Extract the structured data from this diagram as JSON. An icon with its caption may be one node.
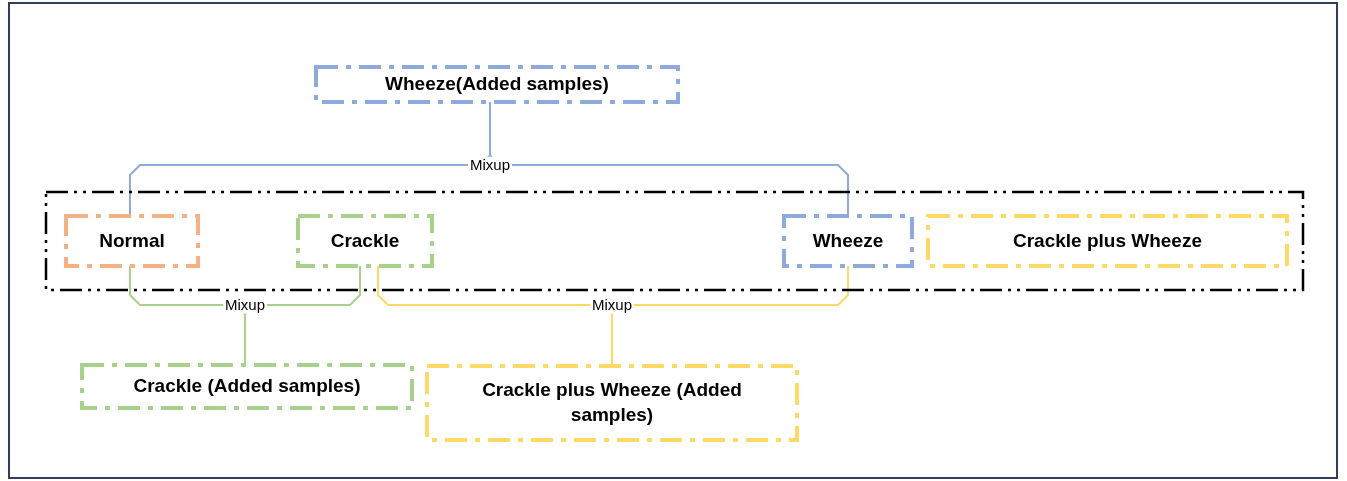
{
  "diagram": {
    "nodes": [
      {
        "text": [
          "Wheeze(Added samples)"
        ]
      },
      {
        "text": [],
        "shape": "box"
      },
      {
        "text": [
          "Normal"
        ],
        "in": 1
      },
      {
        "text": [
          "Crackle"
        ],
        "in": 1
      },
      {
        "text": [
          "Wheeze"
        ],
        "in": 1
      },
      {
        "text": [
          "Crackle plus Wheeze"
        ],
        "in": 1
      },
      {
        "text": [
          "Crackle (Added samples)"
        ]
      },
      {
        "text": [
          "Crackle plus Wheeze (Added samples)"
        ]
      }
    ],
    "edges": [
      {
        "from": 2,
        "to": 0,
        "arrow": "none",
        "label": "Mixup",
        "color": "#8eaadb"
      },
      {
        "from": 4,
        "to": 0,
        "arrow": "none",
        "color": "#8eaadb"
      },
      {
        "from": 2,
        "to": 6,
        "arrow": "none",
        "label": "Mixup",
        "color": "#a9d18e"
      },
      {
        "from": 3,
        "to": 6,
        "arrow": "none",
        "color": "#a9d18e"
      },
      {
        "from": 3,
        "to": 7,
        "arrow": "none",
        "label": "Mixup",
        "color": "#ffd966"
      },
      {
        "from": 4,
        "to": 7,
        "arrow": "none",
        "color": "#ffd966"
      }
    ]
  }
}
